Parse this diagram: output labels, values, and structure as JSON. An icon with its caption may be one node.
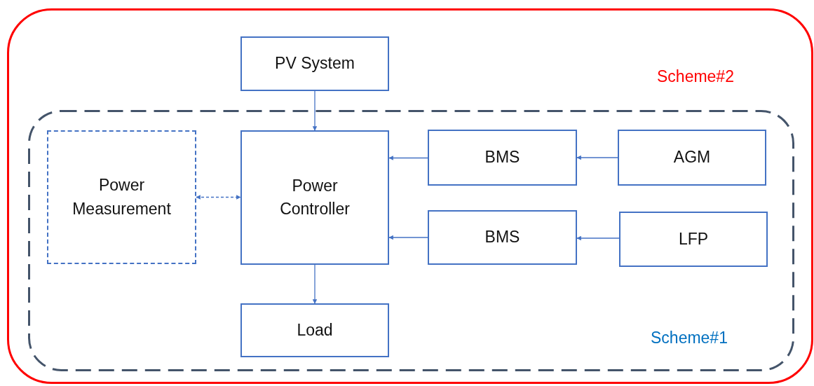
{
  "diagram": {
    "nodes": [
      {
        "text": [
          "Scheme#2"
        ]
      },
      {
        "text": [
          "PV System"
        ],
        "in": 0
      },
      {
        "text": [
          "Scheme#1"
        ],
        "in": 0
      },
      {
        "text": [
          "Power Measurement"
        ],
        "in": 2
      },
      {
        "text": [
          "Power Controller"
        ],
        "in": 2
      },
      {
        "text": [
          "BMS"
        ],
        "in": 2
      },
      {
        "text": [
          "AGM"
        ],
        "in": 2
      },
      {
        "text": [
          "BMS"
        ],
        "in": 2
      },
      {
        "text": [
          "LFP"
        ],
        "in": 2
      },
      {
        "text": [
          "Load"
        ],
        "in": 2
      }
    ],
    "edges": [
      {
        "from": 1,
        "to": 4,
        "arrow": "to"
      },
      {
        "from": 3,
        "to": 4,
        "arrow": "both",
        "style": "dashed"
      },
      {
        "from": 5,
        "to": 4,
        "arrow": "to"
      },
      {
        "from": 6,
        "to": 5,
        "arrow": "to"
      },
      {
        "from": 7,
        "to": 4,
        "arrow": "to"
      },
      {
        "from": 8,
        "to": 7,
        "arrow": "to"
      },
      {
        "from": 4,
        "to": 9,
        "arrow": "to"
      }
    ]
  }
}
